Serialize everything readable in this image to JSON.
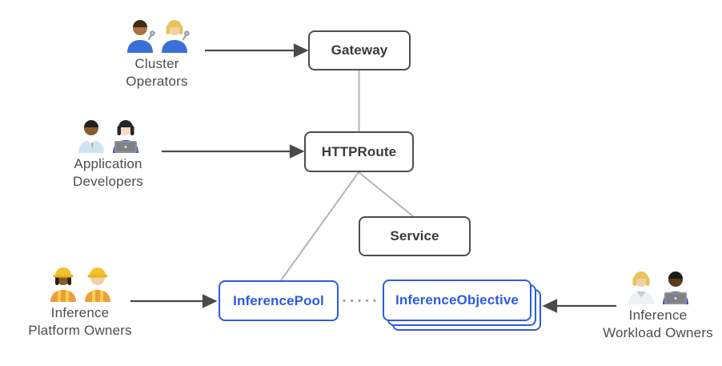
{
  "diagram": {
    "kind": "architecture-diagram",
    "topic": "Gateway API inference extension resource relationships"
  },
  "colors": {
    "accent_blue": "#2b5be6",
    "box_border_gray": "#4d4d4d",
    "box_text_gray": "#3a3a3a",
    "connector_light_gray": "#b5b5b5",
    "arrow_dark_gray": "#4a4a4a",
    "label_text_gray": "#4d4d4d",
    "background": "#ffffff"
  },
  "nodes": {
    "gateway": {
      "label": "Gateway",
      "style": "gray-outline"
    },
    "httproute": {
      "label": "HTTPRoute",
      "style": "gray-outline"
    },
    "service": {
      "label": "Service",
      "style": "gray-outline"
    },
    "inference_pool": {
      "label": "InferencePool",
      "style": "blue-outline"
    },
    "inference_objective": {
      "label": "InferenceObjective",
      "style": "blue-outline-stacked-x3"
    }
  },
  "actors": {
    "cluster_operators": {
      "lines": [
        "Cluster",
        "Operators"
      ],
      "emoji": "👨🏽‍🔧👩🏼‍🔧",
      "icons": [
        "man-mechanic-icon",
        "woman-mechanic-icon"
      ],
      "points_to": "Gateway"
    },
    "application_developers": {
      "lines": [
        "Application",
        "Developers"
      ],
      "emoji": "👨🏾‍💼👩🏻‍💻",
      "icons": [
        "man-office-worker-icon",
        "woman-technologist-icon"
      ],
      "points_to": "HTTPRoute"
    },
    "inference_platform_owners": {
      "lines": [
        "Inference",
        "Platform Owners"
      ],
      "emoji": "👷🏾‍♀️👷🏻",
      "icons": [
        "woman-construction-worker-icon",
        "man-construction-worker-icon"
      ],
      "points_to": "InferencePool"
    },
    "inference_workload_owners": {
      "lines": [
        "Inference",
        "Workload Owners"
      ],
      "emoji": "🧑🏼‍🔬👨🏿‍💻",
      "icons": [
        "person-white-coat-icon",
        "man-technologist-icon"
      ],
      "points_to": "InferenceObjective"
    }
  },
  "edges": [
    {
      "from": "Gateway",
      "to": "HTTPRoute",
      "style": "solid-light-gray"
    },
    {
      "from": "HTTPRoute",
      "to": "InferencePool",
      "style": "solid-light-gray"
    },
    {
      "from": "HTTPRoute",
      "to": "Service",
      "style": "solid-light-gray"
    },
    {
      "from": "InferencePool",
      "to": "InferenceObjective",
      "style": "dotted-gray"
    },
    {
      "from": "Cluster Operators",
      "to": "Gateway",
      "style": "dark-arrow-right"
    },
    {
      "from": "Application Developers",
      "to": "HTTPRoute",
      "style": "dark-arrow-right"
    },
    {
      "from": "Inference Platform Owners",
      "to": "InferencePool",
      "style": "dark-arrow-right"
    },
    {
      "from": "Inference Workload Owners",
      "to": "InferenceObjective",
      "style": "dark-arrow-left"
    }
  ]
}
